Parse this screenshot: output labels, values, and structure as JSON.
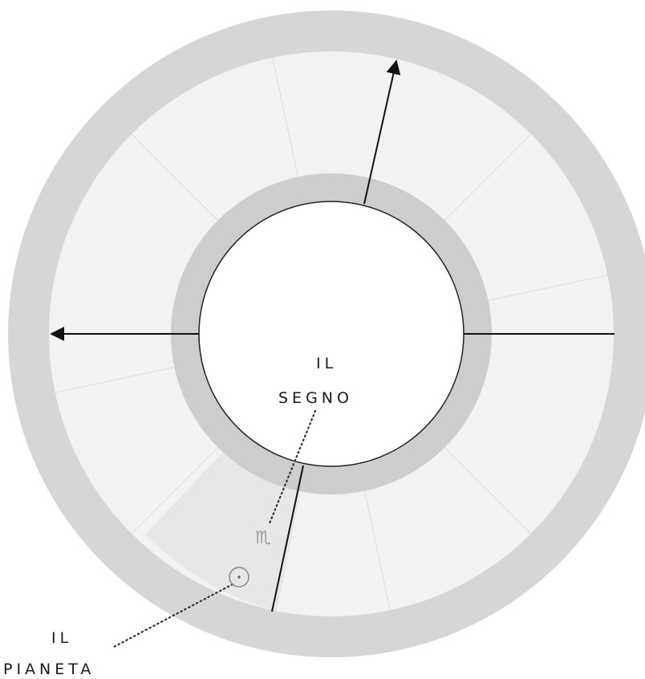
{
  "diagram": {
    "sign_label": {
      "line1": "IL",
      "line2": "SEGNO"
    },
    "planet_label": {
      "line1": "IL",
      "line2": "PIANETA"
    },
    "sign_glyph": "♏",
    "planet_glyph_name": "sun-icon",
    "house_count": 12,
    "colors": {
      "outer_ring": "#d6d6d6",
      "house_wheel": "#f2f2f2",
      "highlighted_house": "#e9e9e9",
      "inner_ring": "#cdcdcd",
      "center": "#ffffff",
      "lines": "#111111",
      "house_dividers": "#e4e4e4"
    }
  }
}
